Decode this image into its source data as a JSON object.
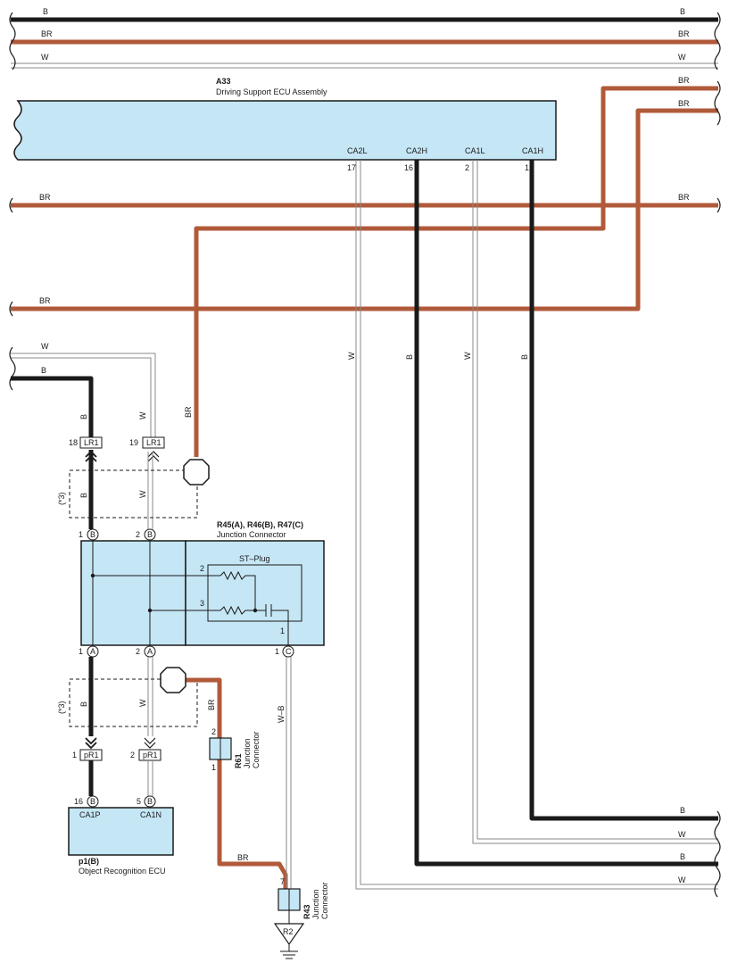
{
  "colors": {
    "br": "#b05a3a",
    "b": "#1a1a1a",
    "w_outline": "#8a8a8a",
    "ecu_fill": "#c5e6f5",
    "ecu_stroke": "#1a1a1a"
  },
  "top_bus": {
    "b": "B",
    "br": "BR",
    "w": "W"
  },
  "ecu_a33": {
    "code": "A33",
    "name": "Driving Support ECU Assembly",
    "pins": [
      {
        "no": "17",
        "name": "CA2L",
        "wire": "W"
      },
      {
        "no": "16",
        "name": "CA2H",
        "wire": "B"
      },
      {
        "no": "2",
        "name": "CA1L",
        "wire": "W"
      },
      {
        "no": "1",
        "name": "CA1H",
        "wire": "B"
      }
    ]
  },
  "br_wires": {
    "right_top_1": "BR",
    "right_top_2": "BR",
    "mid_left": "BR",
    "mid_right": "BR",
    "lower_left": "BR",
    "vertical_label": "BR"
  },
  "left_in": {
    "w": "W",
    "b": "B",
    "b_vertical": "B",
    "w_vertical": "W"
  },
  "connector_lr1": {
    "left_pin": "18",
    "right_pin": "19",
    "label": "LR1"
  },
  "star3_top": {
    "note": "(*3)",
    "b": "B",
    "w": "W"
  },
  "junction": {
    "code": "R45(A), R46(B), R47(C)",
    "name": "Junction Connector",
    "plug": "ST–Plug",
    "pin_b1": "1",
    "pin_b2": "2",
    "b_letter": "B",
    "pin_a1": "1",
    "pin_a2": "2",
    "a_letter": "A",
    "pin_c1": "1",
    "c_letter": "C",
    "plug_pin_2": "2",
    "plug_pin_3": "3",
    "plug_pin_1": "1"
  },
  "star3_bottom": {
    "note": "(*3)",
    "b": "B",
    "w": "W"
  },
  "connector_pr1": {
    "left_pin": "1",
    "right_pin": "2",
    "label": "pR1"
  },
  "ecu_p1": {
    "code": "p1(B)",
    "name": "Object Recognition ECU",
    "pin_left": "16",
    "pin_right": "5",
    "letter": "B",
    "label_left": "CA1P",
    "label_right": "CA1N"
  },
  "r61": {
    "code": "R61",
    "line1": "Junction",
    "line2": "Connector",
    "pin_top": "2",
    "pin_bottom": "1",
    "wire": "BR"
  },
  "wb_wire": "W–B",
  "br_bottom": "BR",
  "r43": {
    "code": "R43",
    "line1": "Junction",
    "line2": "Connector",
    "pin": "7"
  },
  "ground": "R2",
  "right_out": {
    "b1": "B",
    "w1": "W",
    "b2": "B",
    "w2": "W"
  }
}
